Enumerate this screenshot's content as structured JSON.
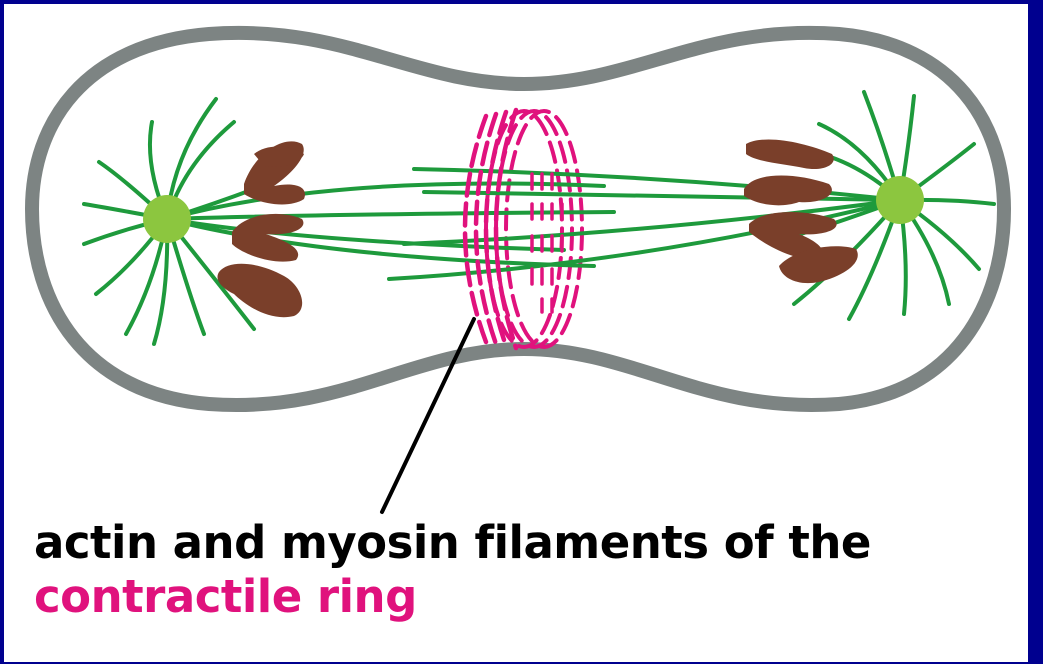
{
  "caption": {
    "line1": "actin and myosin filaments of the",
    "line2": "contractile ring"
  },
  "colors": {
    "border": "#00008f",
    "background": "#ffffff",
    "cell_membrane": "#7d8483",
    "microtubule": "#1e9a3c",
    "centrosome": "#8cc63f",
    "chromosome": "#7a3f2a",
    "contractile_ring": "#e0127d",
    "pointer_line": "#000000",
    "caption_text": "#000000",
    "caption_highlight": "#e0127d"
  },
  "icons": {
    "left_centrosome": "centrosome",
    "right_centrosome": "centrosome",
    "ring": "contractile-ring"
  }
}
